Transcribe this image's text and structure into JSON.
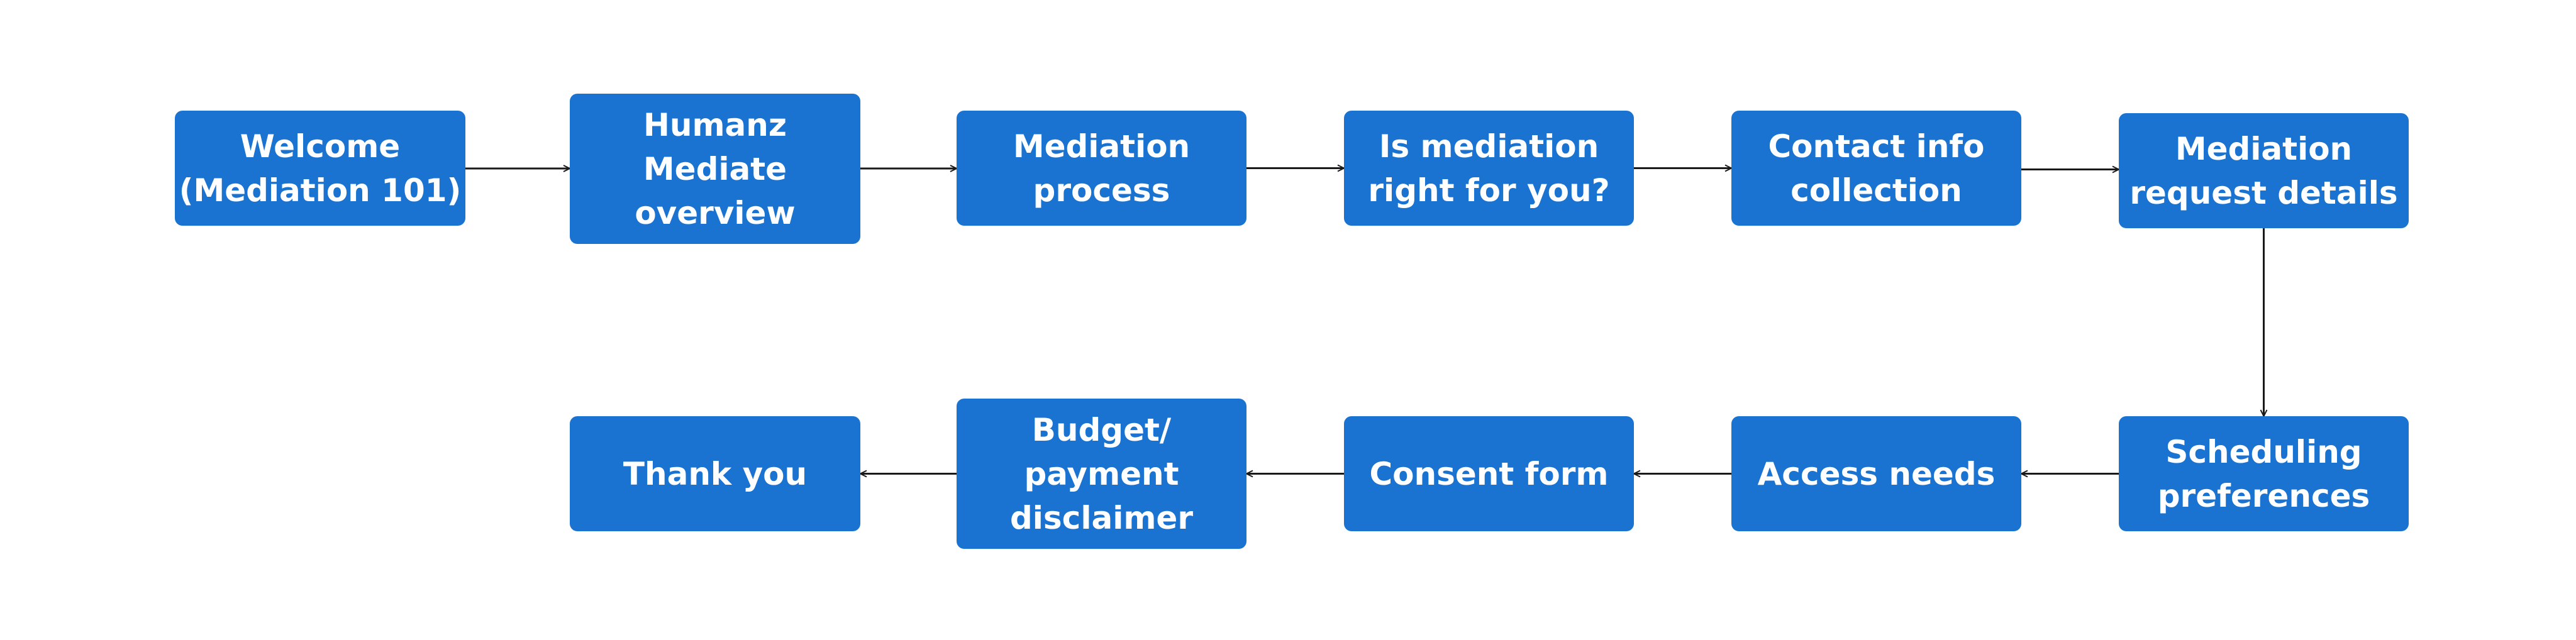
{
  "flow": {
    "colors": {
      "node_fill": "#1a73d1",
      "node_text": "#ffffff",
      "connector": "#1a1a1a"
    },
    "nodes": [
      {
        "id": "welcome",
        "label": "Welcome\n(Mediation 101)"
      },
      {
        "id": "humanz-mediate-overview",
        "label": "Humanz\nMediate\noverview"
      },
      {
        "id": "mediation-process",
        "label": "Mediation\nprocess"
      },
      {
        "id": "is-mediation-right",
        "label": "Is mediation\nright for you?"
      },
      {
        "id": "contact-info-collection",
        "label": "Contact info\ncollection"
      },
      {
        "id": "mediation-request-details",
        "label": "Mediation\nrequest details"
      },
      {
        "id": "scheduling-preferences",
        "label": "Scheduling\npreferences"
      },
      {
        "id": "access-needs",
        "label": "Access needs"
      },
      {
        "id": "consent-form",
        "label": "Consent form"
      },
      {
        "id": "budget-payment-disclaimer",
        "label": "Budget/\npayment\ndisclaimer"
      },
      {
        "id": "thank-you",
        "label": "Thank you"
      }
    ],
    "edges": [
      [
        "welcome",
        "humanz-mediate-overview"
      ],
      [
        "humanz-mediate-overview",
        "mediation-process"
      ],
      [
        "mediation-process",
        "is-mediation-right"
      ],
      [
        "is-mediation-right",
        "contact-info-collection"
      ],
      [
        "contact-info-collection",
        "mediation-request-details"
      ],
      [
        "mediation-request-details",
        "scheduling-preferences"
      ],
      [
        "scheduling-preferences",
        "access-needs"
      ],
      [
        "access-needs",
        "consent-form"
      ],
      [
        "consent-form",
        "budget-payment-disclaimer"
      ],
      [
        "budget-payment-disclaimer",
        "thank-you"
      ]
    ]
  }
}
